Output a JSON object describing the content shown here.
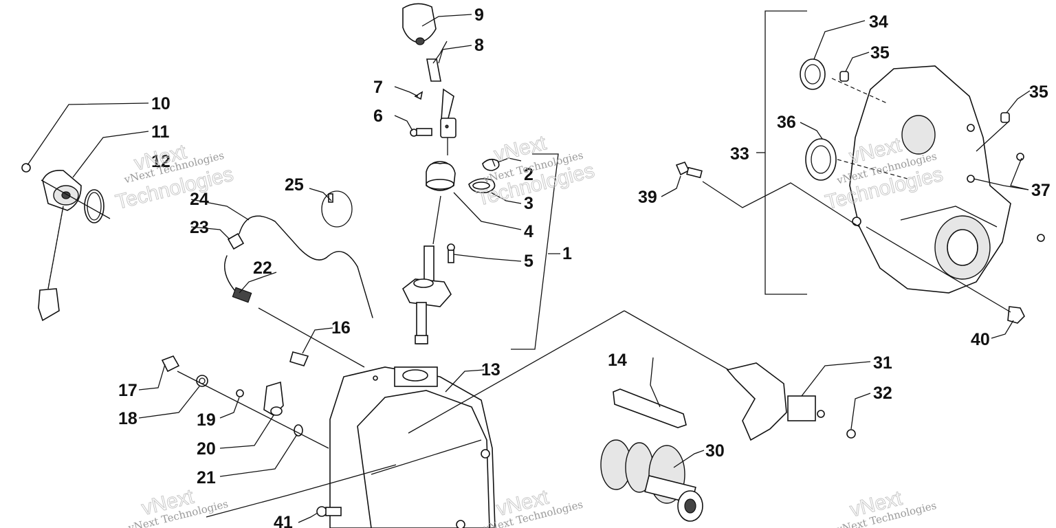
{
  "diagram": {
    "callouts": [
      "1",
      "2",
      "3",
      "4",
      "5",
      "6",
      "7",
      "8",
      "9",
      "10",
      "11",
      "12",
      "13",
      "14",
      "16",
      "17",
      "18",
      "19",
      "20",
      "21",
      "22",
      "23",
      "24",
      "25",
      "30",
      "31",
      "32",
      "33",
      "34",
      "35",
      "35",
      "36",
      "37",
      "39",
      "40",
      "41"
    ],
    "watermark": {
      "line1": "vNext",
      "line2": "vNext Technologies",
      "line3": "Technologies"
    }
  }
}
